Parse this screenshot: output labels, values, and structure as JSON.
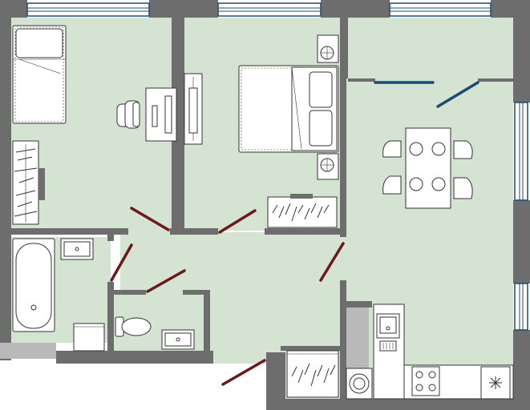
{
  "plan": {
    "colors": {
      "floor": "#d4e3d2",
      "wall": "#6d6d6d",
      "window": "#1b4b72",
      "door": "#6b1a1a",
      "furniture": "#ffffff"
    },
    "rooms": [
      "bedroom-1",
      "bedroom-2",
      "kitchen-living",
      "bathroom",
      "toilet",
      "hallway"
    ],
    "icons": [
      "single-bed",
      "desk",
      "office-chair",
      "wardrobe",
      "double-bed",
      "nightstand",
      "dining-table",
      "chair",
      "bathtub",
      "sink",
      "washing-machine",
      "toilet",
      "kitchen-sink",
      "stove",
      "refrigerator"
    ]
  }
}
